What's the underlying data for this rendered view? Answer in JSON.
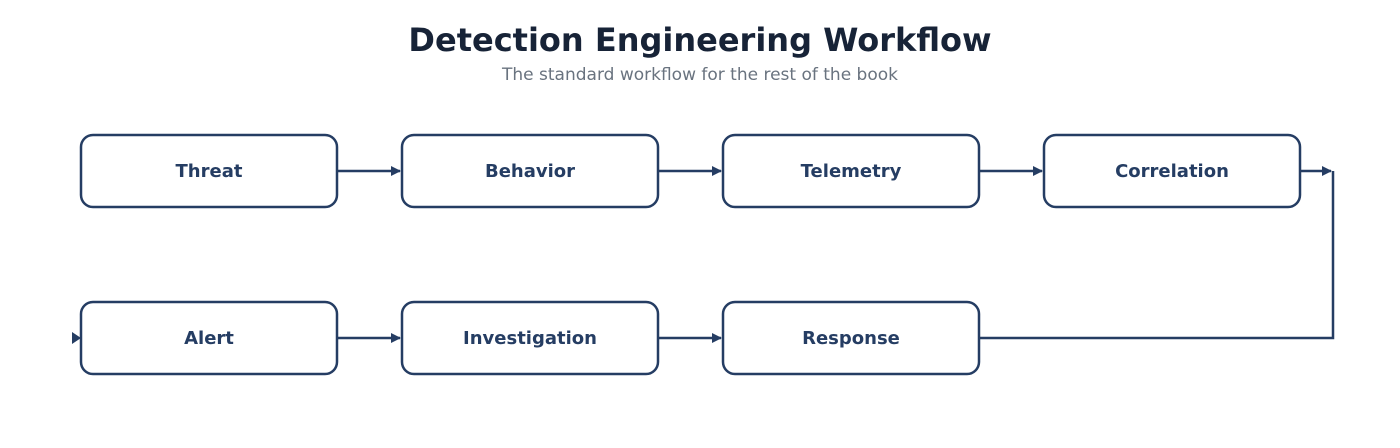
{
  "title": "Detection Engineering Workflow",
  "subtitle": "The standard workflow for the rest of the book",
  "colors": {
    "stroke": "#253d63",
    "title": "#172337",
    "subtitle": "#69737f",
    "box_fill": "#ffffff"
  },
  "steps": [
    {
      "label": "Threat"
    },
    {
      "label": "Behavior"
    },
    {
      "label": "Telemetry"
    },
    {
      "label": "Correlation"
    },
    {
      "label": "Alert"
    },
    {
      "label": "Investigation"
    },
    {
      "label": "Response"
    }
  ]
}
